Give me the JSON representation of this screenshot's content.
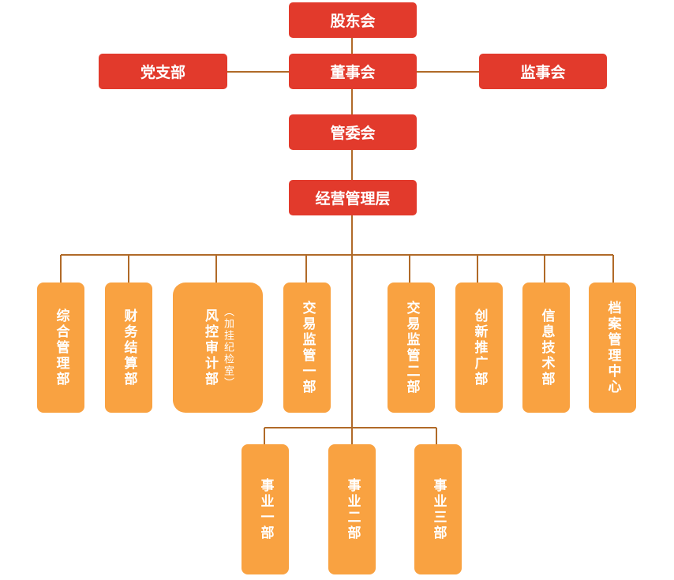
{
  "top": {
    "shareholders": "股东会",
    "board": "董事会",
    "party": "党支部",
    "supervisors": "监事会",
    "committee": "管委会",
    "management": "经营管理层"
  },
  "departments": [
    {
      "label": "综合管理部"
    },
    {
      "label": "财务结算部"
    },
    {
      "label": "风控审计部",
      "note": "（加挂纪检室）"
    },
    {
      "label": "交易监管一部"
    },
    {
      "label": "交易监管二部"
    },
    {
      "label": "创新推广部"
    },
    {
      "label": "信息技术部"
    },
    {
      "label": "档案管理中心"
    }
  ],
  "business_units": [
    {
      "label": "事业一部"
    },
    {
      "label": "事业二部"
    },
    {
      "label": "事业三部"
    }
  ],
  "colors": {
    "red": "#e23a2c",
    "orange": "#f9a241",
    "line": "#b06a28"
  }
}
